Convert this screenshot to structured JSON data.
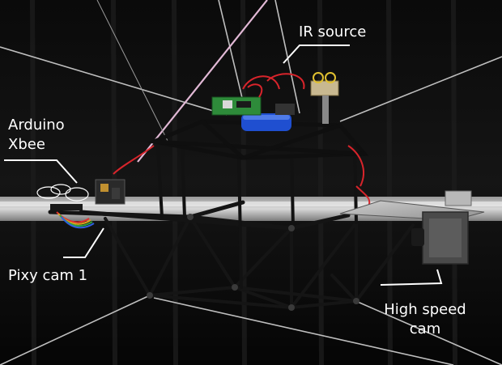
{
  "labels": {
    "ir_source": "IR source",
    "arduino": "Arduino",
    "xbee": "Xbee",
    "pixy_cam": "Pixy cam 1",
    "high_speed": "High speed",
    "cam": "cam"
  },
  "colors": {
    "background": "#050505",
    "label_text": "#ffffff",
    "frame_rod": "#1a1a1a",
    "wire_red": "#d8242b",
    "battery_blue": "#1f4fd0",
    "board_green": "#2e8b3a",
    "cable_rainbow": "#e0a020"
  }
}
